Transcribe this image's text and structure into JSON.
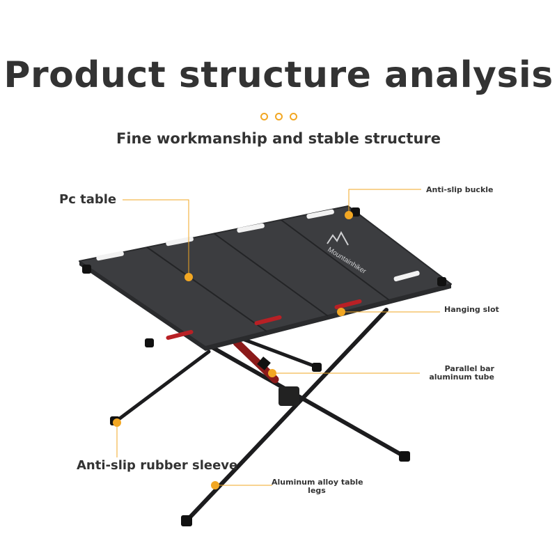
{
  "title": "Product structure analysis",
  "subtitle": "Fine workmanship and stable structure",
  "brand_mark": "Mountainhiker",
  "colors": {
    "accent": "#f2a723",
    "text": "#333333",
    "table_top": "#3c3d40",
    "leg": "#1c1c1e",
    "tube_red": "#8b1a1a"
  },
  "callouts": {
    "pc_table": "Pc table",
    "anti_slip_buckle": "Anti-slip buckle",
    "hanging_slot": "Hanging slot",
    "parallel_bar_1": "Parallel bar",
    "parallel_bar_2": "aluminum tube",
    "rubber_sleeve": "Anti-slip rubber sleeve",
    "legs_1": "Aluminum alloy table",
    "legs_2": "legs"
  }
}
